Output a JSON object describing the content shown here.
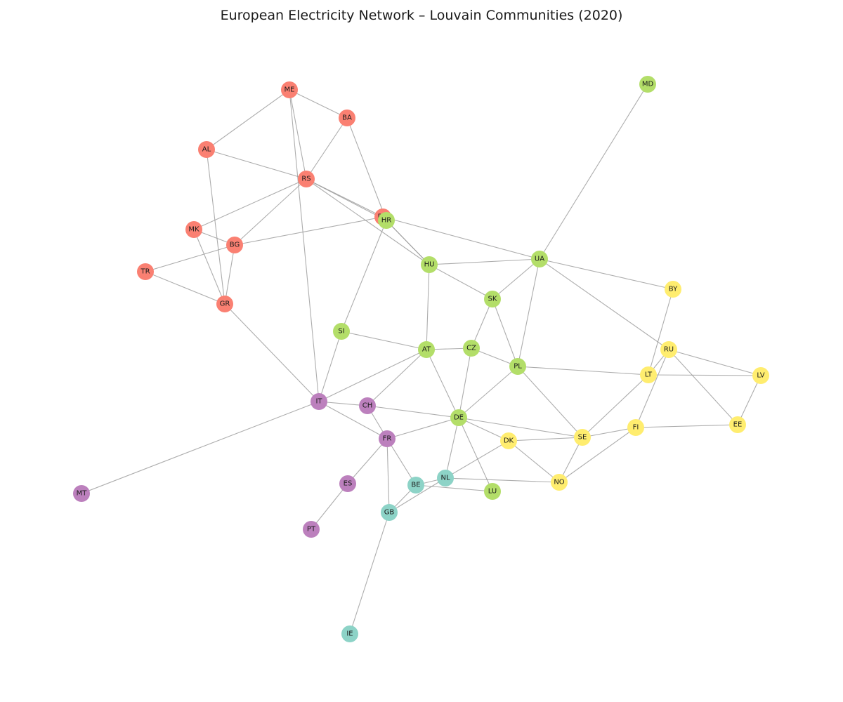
{
  "title": "European Electricity Network – Louvain Communities (2020)",
  "community_colors": {
    "southeast": "#fa8072",
    "central": "#b3de69",
    "nordic_baltic": "#ffed6f",
    "southwest": "#bc80bd",
    "northwest": "#8dd3c7"
  },
  "nodes": [
    {
      "id": "ME",
      "community": "southeast"
    },
    {
      "id": "BA",
      "community": "southeast"
    },
    {
      "id": "AL",
      "community": "southeast"
    },
    {
      "id": "RS",
      "community": "southeast"
    },
    {
      "id": "RO",
      "community": "southeast"
    },
    {
      "id": "MK",
      "community": "southeast"
    },
    {
      "id": "BG",
      "community": "southeast"
    },
    {
      "id": "TR",
      "community": "southeast"
    },
    {
      "id": "GR",
      "community": "southeast"
    },
    {
      "id": "HR",
      "community": "central"
    },
    {
      "id": "MD",
      "community": "central"
    },
    {
      "id": "UA",
      "community": "central"
    },
    {
      "id": "HU",
      "community": "central"
    },
    {
      "id": "SK",
      "community": "central"
    },
    {
      "id": "SI",
      "community": "central"
    },
    {
      "id": "AT",
      "community": "central"
    },
    {
      "id": "CZ",
      "community": "central"
    },
    {
      "id": "PL",
      "community": "central"
    },
    {
      "id": "DE",
      "community": "central"
    },
    {
      "id": "LU",
      "community": "central"
    },
    {
      "id": "BY",
      "community": "nordic_baltic"
    },
    {
      "id": "RU",
      "community": "nordic_baltic"
    },
    {
      "id": "LT",
      "community": "nordic_baltic"
    },
    {
      "id": "LV",
      "community": "nordic_baltic"
    },
    {
      "id": "EE",
      "community": "nordic_baltic"
    },
    {
      "id": "FI",
      "community": "nordic_baltic"
    },
    {
      "id": "SE",
      "community": "nordic_baltic"
    },
    {
      "id": "DK",
      "community": "nordic_baltic"
    },
    {
      "id": "NO",
      "community": "nordic_baltic"
    },
    {
      "id": "IT",
      "community": "southwest"
    },
    {
      "id": "CH",
      "community": "southwest"
    },
    {
      "id": "FR",
      "community": "southwest"
    },
    {
      "id": "ES",
      "community": "southwest"
    },
    {
      "id": "PT",
      "community": "southwest"
    },
    {
      "id": "MT",
      "community": "southwest"
    },
    {
      "id": "NL",
      "community": "northwest"
    },
    {
      "id": "BE",
      "community": "northwest"
    },
    {
      "id": "GB",
      "community": "northwest"
    },
    {
      "id": "IE",
      "community": "northwest"
    }
  ],
  "edges": [
    [
      "ME",
      "BA"
    ],
    [
      "ME",
      "AL"
    ],
    [
      "ME",
      "RS"
    ],
    [
      "ME",
      "IT"
    ],
    [
      "BA",
      "RS"
    ],
    [
      "BA",
      "HR"
    ],
    [
      "AL",
      "RS"
    ],
    [
      "AL",
      "GR"
    ],
    [
      "RS",
      "MK"
    ],
    [
      "RS",
      "BG"
    ],
    [
      "RS",
      "RO"
    ],
    [
      "RS",
      "HR"
    ],
    [
      "RS",
      "HU"
    ],
    [
      "RO",
      "HU"
    ],
    [
      "RO",
      "BG"
    ],
    [
      "RO",
      "UA"
    ],
    [
      "MK",
      "GR"
    ],
    [
      "MK",
      "BG"
    ],
    [
      "BG",
      "GR"
    ],
    [
      "BG",
      "TR"
    ],
    [
      "TR",
      "GR"
    ],
    [
      "GR",
      "IT"
    ],
    [
      "HR",
      "HU"
    ],
    [
      "HR",
      "SI"
    ],
    [
      "MD",
      "UA"
    ],
    [
      "UA",
      "HU"
    ],
    [
      "UA",
      "SK"
    ],
    [
      "UA",
      "PL"
    ],
    [
      "UA",
      "BY"
    ],
    [
      "UA",
      "RU"
    ],
    [
      "HU",
      "SK"
    ],
    [
      "HU",
      "AT"
    ],
    [
      "SK",
      "CZ"
    ],
    [
      "SK",
      "PL"
    ],
    [
      "SI",
      "AT"
    ],
    [
      "SI",
      "IT"
    ],
    [
      "AT",
      "CZ"
    ],
    [
      "AT",
      "DE"
    ],
    [
      "AT",
      "CH"
    ],
    [
      "AT",
      "IT"
    ],
    [
      "CZ",
      "DE"
    ],
    [
      "CZ",
      "PL"
    ],
    [
      "PL",
      "DE"
    ],
    [
      "PL",
      "LT"
    ],
    [
      "PL",
      "SE"
    ],
    [
      "DE",
      "CH"
    ],
    [
      "DE",
      "FR"
    ],
    [
      "DE",
      "NL"
    ],
    [
      "DE",
      "LU"
    ],
    [
      "DE",
      "DK"
    ],
    [
      "DE",
      "SE"
    ],
    [
      "BY",
      "LT"
    ],
    [
      "RU",
      "LT"
    ],
    [
      "RU",
      "LV"
    ],
    [
      "RU",
      "EE"
    ],
    [
      "RU",
      "FI"
    ],
    [
      "LT",
      "LV"
    ],
    [
      "LT",
      "SE"
    ],
    [
      "LV",
      "EE"
    ],
    [
      "EE",
      "FI"
    ],
    [
      "FI",
      "SE"
    ],
    [
      "FI",
      "NO"
    ],
    [
      "SE",
      "DK"
    ],
    [
      "SE",
      "NO"
    ],
    [
      "DK",
      "NO"
    ],
    [
      "DK",
      "NL"
    ],
    [
      "IT",
      "CH"
    ],
    [
      "IT",
      "FR"
    ],
    [
      "IT",
      "MT"
    ],
    [
      "CH",
      "FR"
    ],
    [
      "FR",
      "ES"
    ],
    [
      "FR",
      "BE"
    ],
    [
      "FR",
      "GB"
    ],
    [
      "ES",
      "PT"
    ],
    [
      "NL",
      "BE"
    ],
    [
      "NL",
      "GB"
    ],
    [
      "NL",
      "NO"
    ],
    [
      "BE",
      "GB"
    ],
    [
      "BE",
      "LU"
    ],
    [
      "GB",
      "IE"
    ]
  ]
}
